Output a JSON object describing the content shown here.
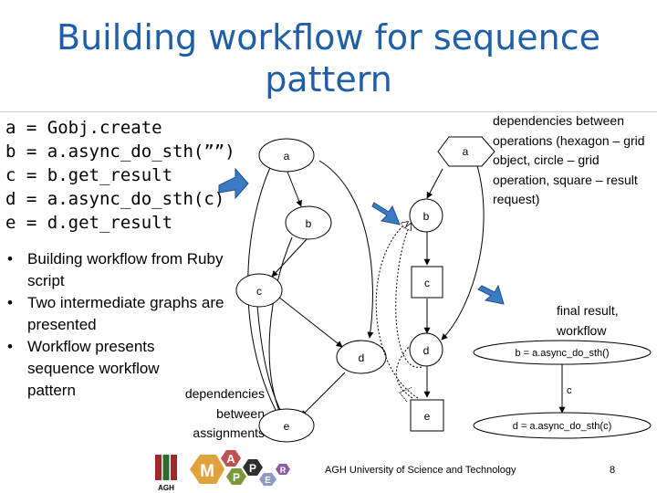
{
  "title": "Building workflow for sequence pattern",
  "code_lines": [
    "a = Gobj.create",
    "b = a.async_do_sth(””)",
    "c = b.get_result",
    "d = a.async_do_sth(c)",
    "e = d.get_result"
  ],
  "bullets": [
    "Building workflow from Ruby script",
    "Two intermediate graphs are presented",
    "Workflow presents sequence workflow pattern"
  ],
  "annotations": {
    "assignments": "dependencies between assignments",
    "operations": "dependencies between operations (hexagon – grid object, circle – grid operation, square – result request)",
    "final": "final result, workflow"
  },
  "graph1_nodes": [
    "a",
    "b",
    "c",
    "d",
    "e"
  ],
  "graph2_nodes": [
    "a",
    "b",
    "c",
    "d",
    "e"
  ],
  "graph3": {
    "node1": "b = a.async_do_sth()",
    "edge": "c",
    "node2": "d = a.async_do_sth(c)"
  },
  "footer": {
    "university": "AGH University of Science and Technology",
    "page": "8"
  },
  "logos": {
    "agh_text": "AGH",
    "mapper_letters": [
      "M",
      "A",
      "P",
      "P",
      "E",
      "R"
    ]
  },
  "colors": {
    "title": "#1f5fa8",
    "arrow": "#3b7bc4",
    "logo_red": "#a3262f",
    "logo_green": "#2f6b2f"
  }
}
